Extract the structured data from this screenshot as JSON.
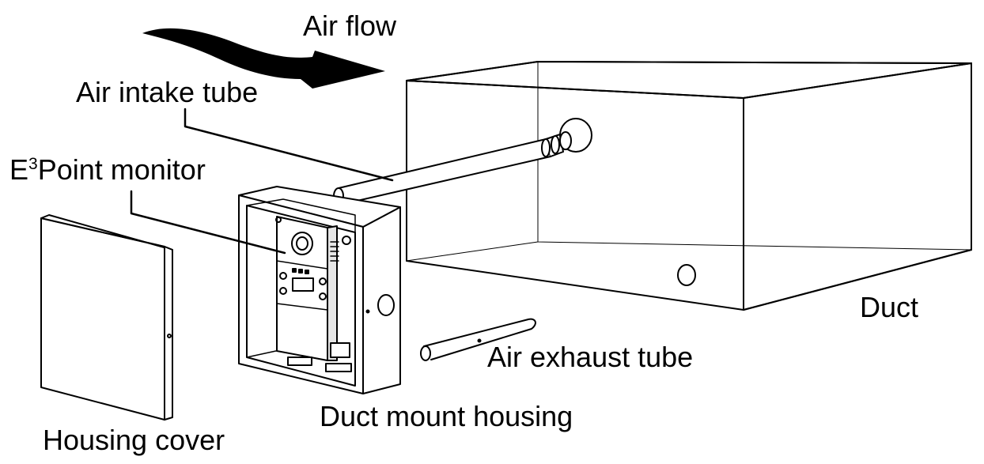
{
  "diagram": {
    "labels": {
      "air_flow": "Air flow",
      "air_intake_tube": "Air intake tube",
      "monitor_base": "E",
      "monitor_sup": "3",
      "monitor_rest": "Point monitor",
      "housing_cover": "Housing cover",
      "duct_mount_housing": "Duct mount housing",
      "duct": "Duct",
      "air_exhaust_tube": "Air exhaust tube"
    },
    "colors": {
      "line": "#000000",
      "fill": "#ffffff",
      "panel_shade": "#e6e6e6"
    }
  }
}
